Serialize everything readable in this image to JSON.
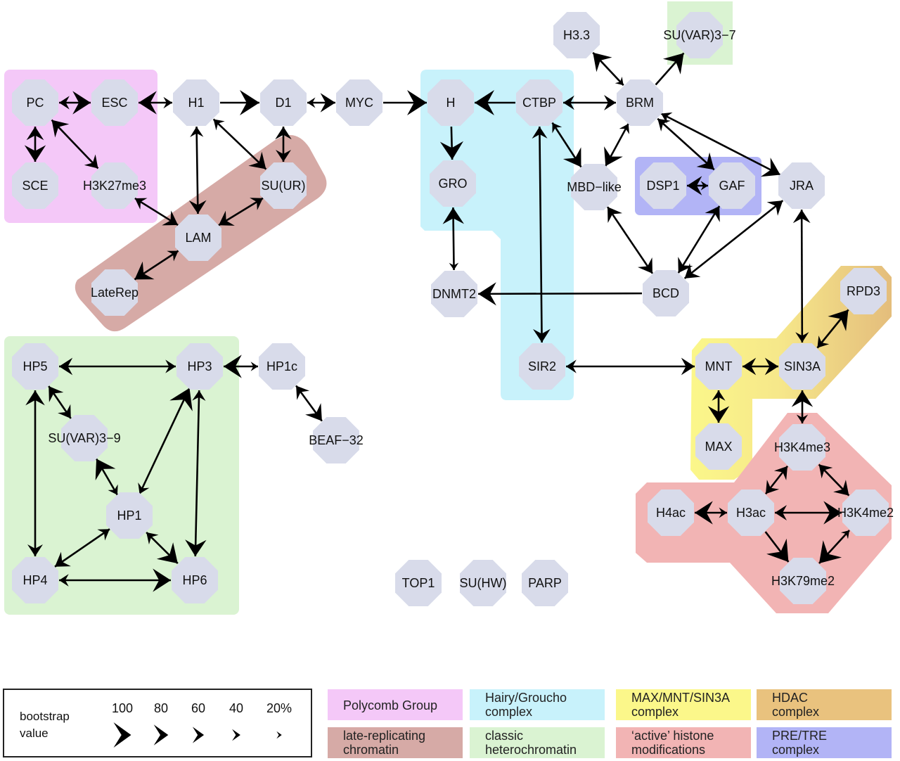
{
  "colors": {
    "polycomb": "#f4c8f8",
    "hairy": "#c8f2fb",
    "max": "#fbf78a",
    "hdac": "#e9c27e",
    "laterep": "#d6aaa6",
    "heterochromatin": "#daf3d2",
    "active": "#f2b4b4",
    "pre": "#b2b4f6",
    "node": "#d8dbea",
    "edge": "#000000"
  },
  "nodes": [
    {
      "id": "PC",
      "label": "PC"
    },
    {
      "id": "ESC",
      "label": "ESC"
    },
    {
      "id": "SCE",
      "label": "SCE"
    },
    {
      "id": "H3K27me3",
      "label": "H3K27me3"
    },
    {
      "id": "H1",
      "label": "H1"
    },
    {
      "id": "D1",
      "label": "D1"
    },
    {
      "id": "MYC",
      "label": "MYC"
    },
    {
      "id": "SUUR",
      "label": "SU(UR)"
    },
    {
      "id": "LAM",
      "label": "LAM"
    },
    {
      "id": "LateRep",
      "label": "LateRep"
    },
    {
      "id": "H",
      "label": "H"
    },
    {
      "id": "CTBP",
      "label": "CTBP"
    },
    {
      "id": "GRO",
      "label": "GRO"
    },
    {
      "id": "DNMT2",
      "label": "DNMT2"
    },
    {
      "id": "SIR2",
      "label": "SIR2"
    },
    {
      "id": "H33",
      "label": "H3.3"
    },
    {
      "id": "SUVAR37",
      "label": "SU(VAR)3−7"
    },
    {
      "id": "BRM",
      "label": "BRM"
    },
    {
      "id": "MBD",
      "label": "MBD−like"
    },
    {
      "id": "DSP1",
      "label": "DSP1"
    },
    {
      "id": "GAF",
      "label": "GAF"
    },
    {
      "id": "JRA",
      "label": "JRA"
    },
    {
      "id": "BCD",
      "label": "BCD"
    },
    {
      "id": "RPD3",
      "label": "RPD3"
    },
    {
      "id": "MNT",
      "label": "MNT"
    },
    {
      "id": "SIN3A",
      "label": "SIN3A"
    },
    {
      "id": "MAX",
      "label": "MAX"
    },
    {
      "id": "H3K4me3",
      "label": "H3K4me3"
    },
    {
      "id": "H4ac",
      "label": "H4ac"
    },
    {
      "id": "H3ac",
      "label": "H3ac"
    },
    {
      "id": "H3K4me2",
      "label": "H3K4me2"
    },
    {
      "id": "H3K79me2",
      "label": "H3K79me2"
    },
    {
      "id": "HP5",
      "label": "HP5"
    },
    {
      "id": "HP3",
      "label": "HP3"
    },
    {
      "id": "HP1c",
      "label": "HP1c"
    },
    {
      "id": "SUVAR39",
      "label": "SU(VAR)3−9"
    },
    {
      "id": "BEAF32",
      "label": "BEAF−32"
    },
    {
      "id": "HP1",
      "label": "HP1"
    },
    {
      "id": "HP4",
      "label": "HP4"
    },
    {
      "id": "HP6",
      "label": "HP6"
    },
    {
      "id": "TOP1",
      "label": "TOP1"
    },
    {
      "id": "SUHW",
      "label": "SU(HW)"
    },
    {
      "id": "PARP",
      "label": "PARP"
    }
  ],
  "edges": [
    {
      "from": "PC",
      "to": "ESC",
      "w_from": 40,
      "w_to": 90
    },
    {
      "from": "ESC",
      "to": "H1",
      "w_from": 90,
      "w_to": 30
    },
    {
      "from": "PC",
      "to": "SCE",
      "w_from": 60,
      "w_to": 80
    },
    {
      "from": "PC",
      "to": "H3K27me3",
      "w_from": 70,
      "w_to": 50
    },
    {
      "from": "H1",
      "to": "D1",
      "w_from": 0,
      "w_to": 100
    },
    {
      "from": "D1",
      "to": "MYC",
      "w_from": 25,
      "w_to": 70
    },
    {
      "from": "MYC",
      "to": "H",
      "w_from": 0,
      "w_to": 100
    },
    {
      "from": "H1",
      "to": "LAM",
      "w_from": 40,
      "w_to": 60
    },
    {
      "from": "H1",
      "to": "SUUR",
      "w_from": 35,
      "w_to": 70
    },
    {
      "from": "D1",
      "to": "SUUR",
      "w_from": 55,
      "w_to": 50
    },
    {
      "from": "H3K27me3",
      "to": "LAM",
      "w_from": 40,
      "w_to": 60
    },
    {
      "from": "SUUR",
      "to": "LAM",
      "w_from": 45,
      "w_to": 60
    },
    {
      "from": "LAM",
      "to": "LateRep",
      "w_from": 35,
      "w_to": 80
    },
    {
      "from": "CTBP",
      "to": "H",
      "w_from": 0,
      "w_to": 100
    },
    {
      "from": "H",
      "to": "GRO",
      "w_from": 0,
      "w_to": 90
    },
    {
      "from": "DNMT2",
      "to": "GRO",
      "w_from": 20,
      "w_to": 80
    },
    {
      "from": "CTBP",
      "to": "SIR2",
      "w_from": 50,
      "w_to": 60
    },
    {
      "from": "CTBP",
      "to": "BRM",
      "w_from": 45,
      "w_to": 50
    },
    {
      "from": "CTBP",
      "to": "MBD",
      "w_from": 30,
      "w_to": 80
    },
    {
      "from": "BRM",
      "to": "H33",
      "w_from": 20,
      "w_to": 80
    },
    {
      "from": "BRM",
      "to": "SUVAR37",
      "w_from": 0,
      "w_to": 90
    },
    {
      "from": "BRM",
      "to": "MBD",
      "w_from": 30,
      "w_to": 80
    },
    {
      "from": "BRM",
      "to": "GAF",
      "w_from": 45,
      "w_to": 70
    },
    {
      "from": "BRM",
      "to": "JRA",
      "w_from": 35,
      "w_to": 80
    },
    {
      "from": "GAF",
      "to": "DSP1",
      "w_from": 20,
      "w_to": 70
    },
    {
      "from": "MBD",
      "to": "BCD",
      "w_from": 60,
      "w_to": 60
    },
    {
      "from": "GAF",
      "to": "BCD",
      "w_from": 60,
      "w_to": 60
    },
    {
      "from": "JRA",
      "to": "BCD",
      "w_from": 60,
      "w_to": 60
    },
    {
      "from": "BCD",
      "to": "DNMT2",
      "w_from": 0,
      "w_to": 90
    },
    {
      "from": "SIN3A",
      "to": "JRA",
      "w_from": 40,
      "w_to": 60
    },
    {
      "from": "SIR2",
      "to": "MNT",
      "w_from": 40,
      "w_to": 60
    },
    {
      "from": "MNT",
      "to": "SIN3A",
      "w_from": 60,
      "w_to": 60
    },
    {
      "from": "SIN3A",
      "to": "RPD3",
      "w_from": 40,
      "w_to": 90
    },
    {
      "from": "MNT",
      "to": "MAX",
      "w_from": 40,
      "w_to": 80
    },
    {
      "from": "SIN3A",
      "to": "H3K4me3",
      "w_from": 80,
      "w_to": 30
    },
    {
      "from": "H3K4me3",
      "to": "H3ac",
      "w_from": 50,
      "w_to": 50
    },
    {
      "from": "H3K4me3",
      "to": "H3K4me2",
      "w_from": 50,
      "w_to": 60
    },
    {
      "from": "H3ac",
      "to": "H4ac",
      "w_from": 25,
      "w_to": 90
    },
    {
      "from": "H3ac",
      "to": "H3K4me2",
      "w_from": 50,
      "w_to": 90
    },
    {
      "from": "H3ac",
      "to": "H3K79me2",
      "w_from": 0,
      "w_to": 100
    },
    {
      "from": "H3K4me2",
      "to": "H3K79me2",
      "w_from": 20,
      "w_to": 100
    },
    {
      "from": "HP5",
      "to": "HP3",
      "w_from": 60,
      "w_to": 40
    },
    {
      "from": "HP1c",
      "to": "HP3",
      "w_from": 20,
      "w_to": 90
    },
    {
      "from": "HP5",
      "to": "SUVAR39",
      "w_from": 60,
      "w_to": 50
    },
    {
      "from": "HP5",
      "to": "HP4",
      "w_from": 70,
      "w_to": 50
    },
    {
      "from": "HP3",
      "to": "HP1",
      "w_from": 100,
      "w_to": 35
    },
    {
      "from": "HP3",
      "to": "HP6",
      "w_from": 40,
      "w_to": 80
    },
    {
      "from": "HP1",
      "to": "SUVAR39",
      "w_from": 30,
      "w_to": 90
    },
    {
      "from": "HP1",
      "to": "HP4",
      "w_from": 40,
      "w_to": 60
    },
    {
      "from": "HP1",
      "to": "HP6",
      "w_from": 40,
      "w_to": 90
    },
    {
      "from": "HP4",
      "to": "HP6",
      "w_from": 35,
      "w_to": 90
    },
    {
      "from": "HP1c",
      "to": "BEAF32",
      "w_from": 50,
      "w_to": 70
    }
  ],
  "legend": {
    "bootstrap": {
      "title_line1": "bootstrap",
      "title_line2": "value",
      "items": [
        {
          "label": "100",
          "value": 100
        },
        {
          "label": "80",
          "value": 80
        },
        {
          "label": "60",
          "value": 60
        },
        {
          "label": "40",
          "value": 40
        },
        {
          "label": "20%",
          "value": 20
        }
      ]
    },
    "categories": [
      {
        "key": "polycomb",
        "line1": "Polycomb Group",
        "line2": ""
      },
      {
        "key": "hairy",
        "line1": "Hairy/Groucho",
        "line2": "complex"
      },
      {
        "key": "max",
        "line1": "MAX/MNT/SIN3A",
        "line2": "complex"
      },
      {
        "key": "hdac",
        "line1": "HDAC",
        "line2": "complex"
      },
      {
        "key": "laterep",
        "line1": "late-replicating",
        "line2": "chromatin"
      },
      {
        "key": "heterochromatin",
        "line1": "classic",
        "line2": "heterochromatin"
      },
      {
        "key": "active",
        "line1": "‘active’ histone",
        "line2": "modifications"
      },
      {
        "key": "pre",
        "line1": "PRE/TRE",
        "line2": "complex"
      }
    ]
  }
}
